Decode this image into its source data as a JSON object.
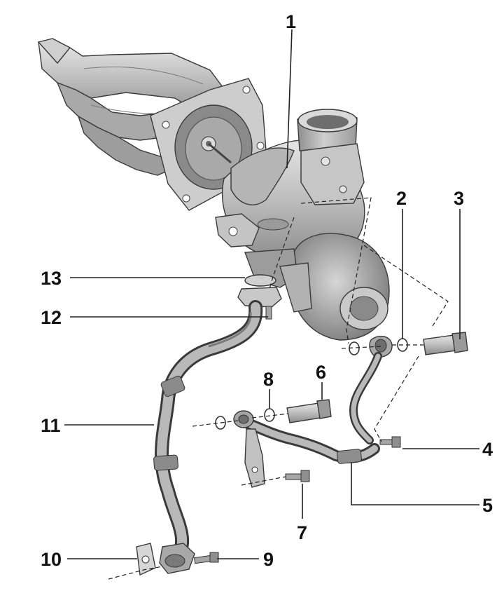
{
  "callouts": {
    "c1": "1",
    "c2": "2",
    "c3": "3",
    "c4": "4",
    "c5": "5",
    "c6": "6",
    "c7": "7",
    "c8": "8",
    "c9": "9",
    "c10": "10",
    "c11": "11",
    "c12": "12",
    "c13": "13"
  },
  "colors": {
    "part_fill": "#bdbdbd",
    "part_shadow": "#8f8f8f",
    "part_highlight": "#e2e2e2",
    "line": "#222222",
    "background": "#ffffff"
  }
}
